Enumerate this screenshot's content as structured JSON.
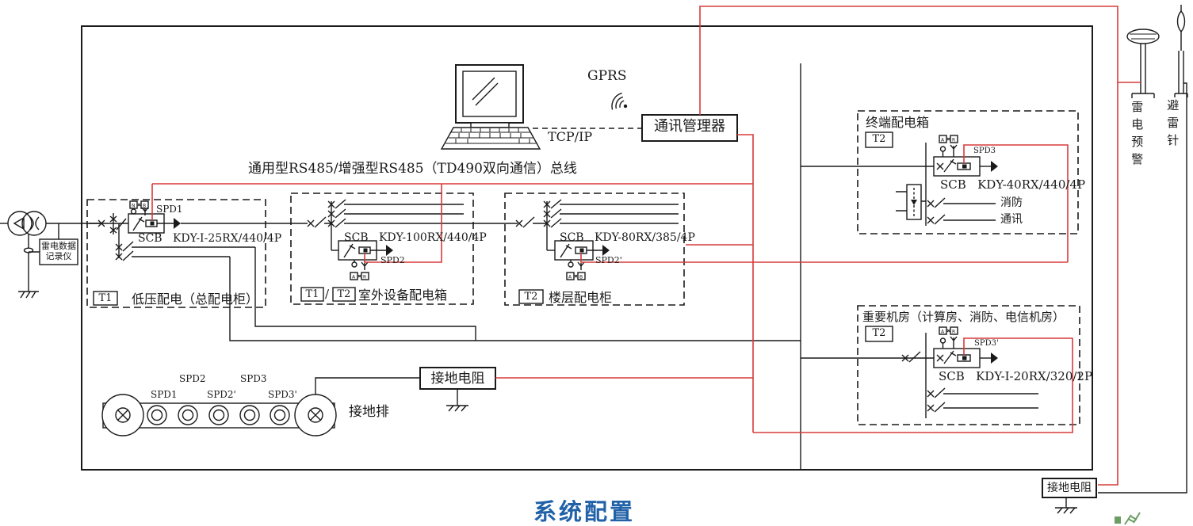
{
  "title": "系统配置",
  "colors": {
    "line_red": "#d83a3a",
    "title_blue": "#2061a8",
    "logo_green": "#6a9e62"
  },
  "computer": {
    "gprs": "GPRS",
    "tcpip": "TCP/IP"
  },
  "comm_manager": "通讯管理器",
  "bus_label": "通用型RS485/增强型RS485（TD490双向通信）总线",
  "recorder": {
    "line1": "雷电数据",
    "line2": "记录仪"
  },
  "box1": {
    "tag": "T1",
    "name": "低压配电（总配电柜）",
    "spd": "SPD1",
    "model": "SCB   KDY-I-25RX/440/4P",
    "mark1": "N",
    "mark2": "B"
  },
  "box2": {
    "tag1": "T1",
    "sep": "/",
    "tag2": "T2",
    "name": "室外设备配电箱",
    "spd": "SPD2",
    "model": "SCB   KDY-100RX/440/4P",
    "mark1": "A",
    "mark2": "R"
  },
  "box3": {
    "tag": "T2",
    "name": "楼层配电柜",
    "spd": "SPD2'",
    "model": "SCB   KDY-80RX/385/4P",
    "mark1": "A",
    "mark2": "B"
  },
  "terminal_box": {
    "title": "终端配电箱",
    "tag": "T2",
    "spd": "SPD3",
    "model": "SCB   KDY-40RX/440/4P",
    "branch1": "消防",
    "branch2": "通讯",
    "mark1": "A",
    "mark2": "R"
  },
  "machine_room": {
    "title": "重要机房（计算房、消防、电信机房）",
    "tag": "T2",
    "spd": "SPD3'",
    "model": "SCB   KDY-I-20RX/320/2P",
    "mark1": "A",
    "mark2": "R"
  },
  "warning_pole": "雷电预警",
  "lightning_rod": "避雷针",
  "ground_bar": {
    "label": "接地排",
    "spd1": "SPD1",
    "spd2": "SPD2",
    "spd2p": "SPD2'",
    "spd3": "SPD3",
    "spd3p": "SPD3'"
  },
  "ground_res1": "接地电阻",
  "ground_res2": "接地电阻"
}
